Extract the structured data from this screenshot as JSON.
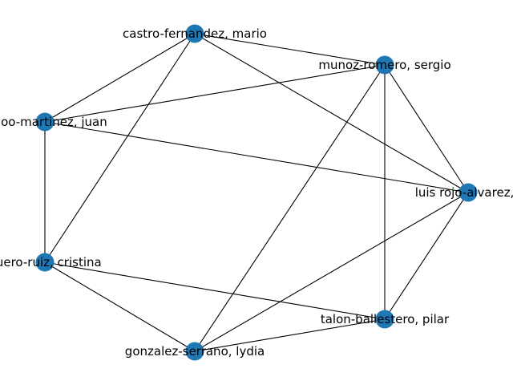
{
  "graph": {
    "node_color": "#1f77b4",
    "edge_color": "#000000",
    "background": "#ffffff",
    "nodes": [
      {
        "id": "castro",
        "label": "castro-fernandez, mario"
      },
      {
        "id": "munoz",
        "label": "munoz-romero, sergio"
      },
      {
        "id": "feijoo",
        "label": "feijoo-martinez, juan"
      },
      {
        "id": "rojo",
        "label": "luis rojo-alvarez, j"
      },
      {
        "id": "guero",
        "label": "guero-ruiz, cristina"
      },
      {
        "id": "talon",
        "label": "talon-ballestero, pilar"
      },
      {
        "id": "gonzalez",
        "label": "gonzalez-serrano, lydia"
      }
    ],
    "edges": [
      [
        "castro",
        "munoz"
      ],
      [
        "castro",
        "feijoo"
      ],
      [
        "castro",
        "rojo"
      ],
      [
        "castro",
        "guero"
      ],
      [
        "munoz",
        "feijoo"
      ],
      [
        "munoz",
        "rojo"
      ],
      [
        "munoz",
        "talon"
      ],
      [
        "munoz",
        "gonzalez"
      ],
      [
        "feijoo",
        "rojo"
      ],
      [
        "feijoo",
        "guero"
      ],
      [
        "rojo",
        "talon"
      ],
      [
        "rojo",
        "gonzalez"
      ],
      [
        "guero",
        "talon"
      ],
      [
        "guero",
        "gonzalez"
      ],
      [
        "talon",
        "gonzalez"
      ]
    ]
  }
}
